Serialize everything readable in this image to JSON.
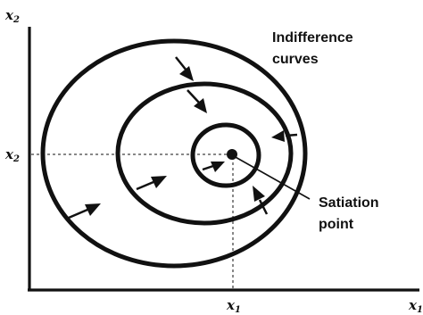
{
  "axes": {
    "y_label": "x",
    "y_sub": "2",
    "x_label": "x",
    "x_sub": "1",
    "y_tick_label": "x",
    "y_tick_sub": "2",
    "x_tick_label": "x",
    "x_tick_sub": "1"
  },
  "annotations": {
    "indifference_line1": "Indifference",
    "indifference_line2": "curves",
    "satiation_line1": "Satiation",
    "satiation_line2": "point"
  },
  "colors": {
    "ink": "#111111",
    "background": "#ffffff"
  }
}
